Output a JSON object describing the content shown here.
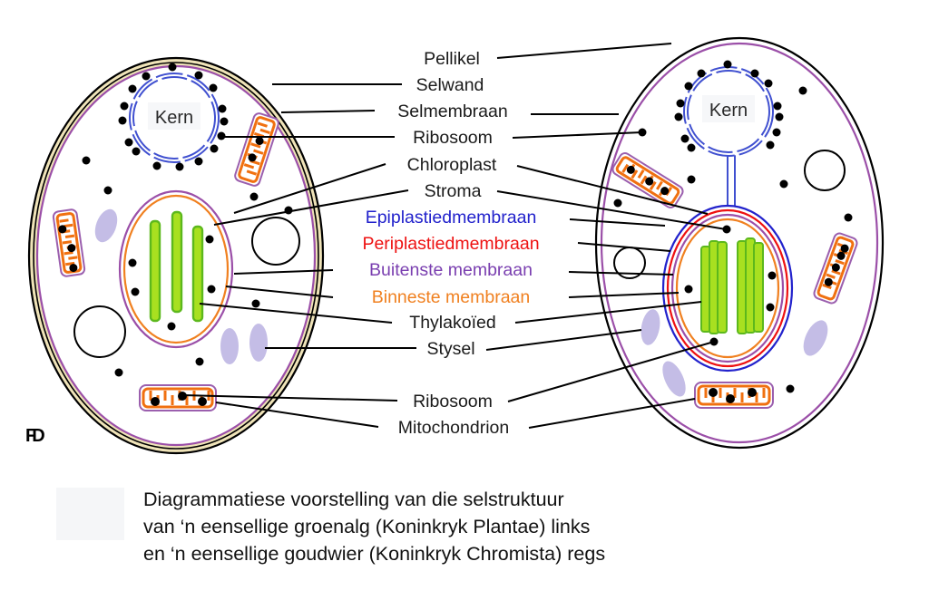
{
  "diagram": {
    "nucleus_label": "Kern",
    "labels": {
      "pellikel": "Pellikel",
      "selwand": "Selwand",
      "selmembraan": "Selmembraan",
      "ribosoom_top": "Ribosoom",
      "chloroplast": "Chloroplast",
      "stroma": "Stroma",
      "epiplastiedmembraan": "Epiplastiedmembraan",
      "periplastiedmembraan": "Periplastiedmembraan",
      "buitenste_membraan": "Buitenste membraan",
      "binneste_membraan": "Binneste membraan",
      "thylakoied": "Thylakoïed",
      "stysel": "Stysel",
      "ribosoom_bottom": "Ribosoom",
      "mitochondrion": "Mitochondrion"
    },
    "colors": {
      "label_default": "#1a1a1a",
      "epiplastiedmembraan": "#2222cc",
      "periplastiedmembraan": "#ee1111",
      "buitenste_membraan": "#7a3fb0",
      "binneste_membraan": "#f08020",
      "cell_wall_fill": "#efe3b8",
      "cell_membrane": "#9b4fa8",
      "nuclear_envelope": "#4050d0",
      "thylakoid_fill": "#a8e020",
      "thylakoid_stroke": "#5cb81c",
      "starch": "#c4bde6",
      "mitochondrion_orange": "#f07010",
      "mitochondrion_purple": "#9b5fae"
    },
    "left_cell": "eensellige groenalg",
    "right_cell": "eensellige goudwier"
  },
  "signature": "FD",
  "caption": {
    "lines": [
      "Diagrammatiese voorstelling van die selstruktuur",
      "van ‘n eensellige groenalg (Koninkryk Plantae) links",
      "en ‘n eensellige goudwier (Koninkryk Chromista) regs"
    ]
  }
}
